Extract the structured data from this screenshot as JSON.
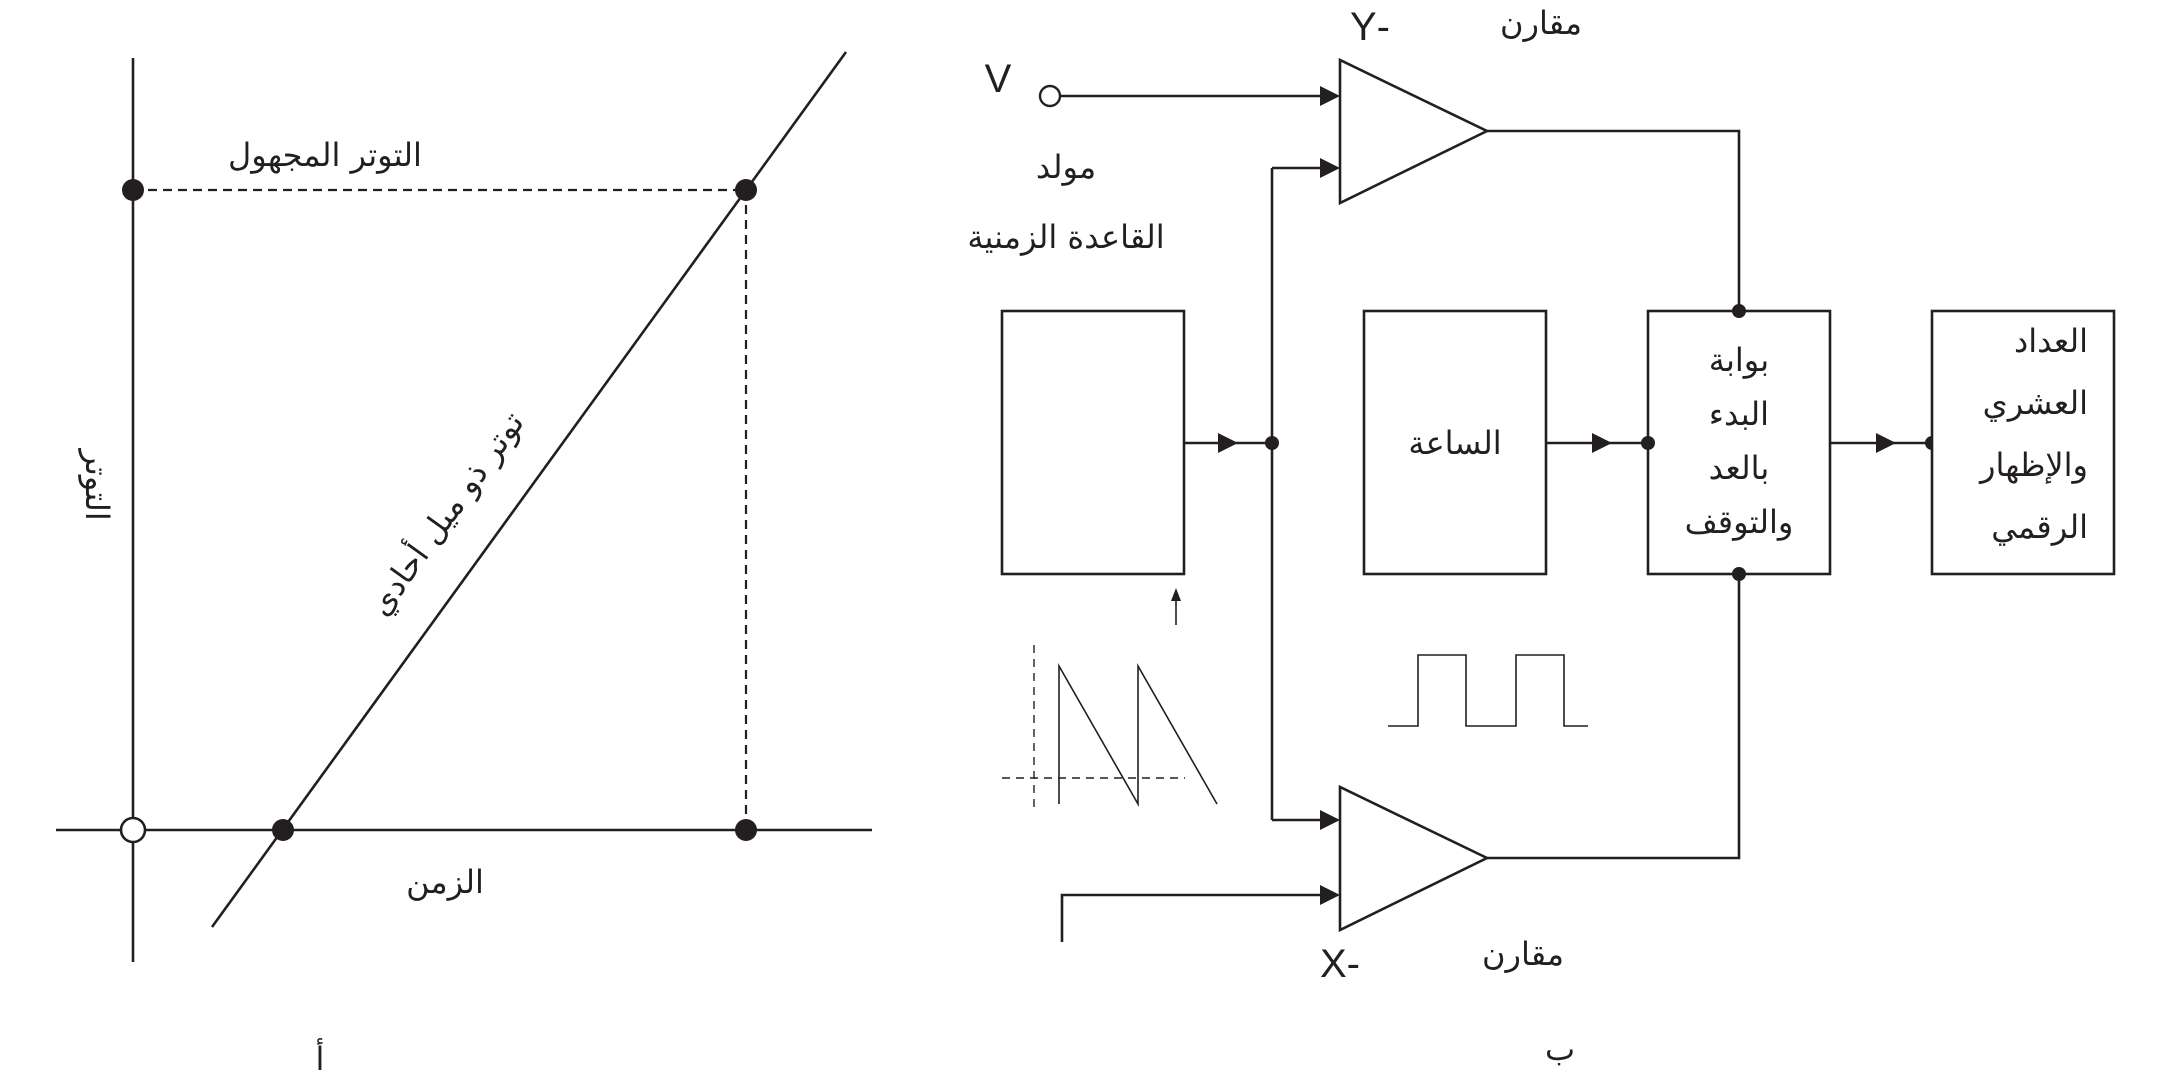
{
  "panel_a": {
    "caption": "أ",
    "y_axis_label": "التوتر",
    "x_axis_label": "الزمن",
    "unknown_voltage_label": "التوتر المجهول",
    "ramp_label": "توتر ذو ميل أحادي"
  },
  "panel_b": {
    "caption": "ب",
    "input_v_label": "V",
    "comparator_y_label": "مقارن",
    "comparator_y_tag": "-Y",
    "comparator_x_label": "مقارن",
    "comparator_x_tag": "-X",
    "timebase_label_line1": "مولد",
    "timebase_label_line2": "القاعدة الزمنية",
    "clock_label": "الساعة",
    "gate_label_lines": [
      "بوابة",
      "البدء",
      "بالعد",
      "والتوقف"
    ],
    "counter_label_lines": [
      "العداد",
      "العشري",
      "والإظهار",
      "الرقمي"
    ]
  }
}
